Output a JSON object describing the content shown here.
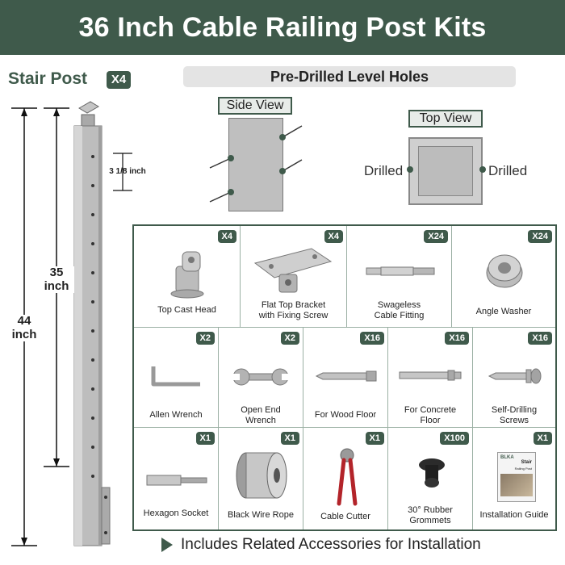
{
  "header": {
    "title": "36 Inch Cable Railing Post Kits"
  },
  "stair": {
    "title": "Stair Post",
    "qty": "X4",
    "dim_total": "44\ninch",
    "dim_height": "35\ninch",
    "dim_spacing": "3 1/8 inch"
  },
  "holes": {
    "title": "Pre-Drilled Level Holes",
    "side_view": "Side View",
    "top_view": "Top View",
    "drilled_left": "Drilled",
    "drilled_right": "Drilled"
  },
  "parts": [
    {
      "label": "Top Cast Head",
      "qty": "X4"
    },
    {
      "label": "Flat Top Bracket\nwith Fixing Screw",
      "qty": "X4"
    },
    {
      "label": "Swageless\nCable Fitting",
      "qty": "X24"
    },
    {
      "label": "Angle Washer",
      "qty": "X24"
    },
    {
      "label": "Allen Wrench",
      "qty": "X2"
    },
    {
      "label": "Open End\nWrench",
      "qty": "X2"
    },
    {
      "label": "For Wood Floor",
      "qty": "X16"
    },
    {
      "label": "For Concrete\nFloor",
      "qty": "X16"
    },
    {
      "label": "Self-Drilling\nScrews",
      "qty": "X16"
    },
    {
      "label": "Hexagon Socket",
      "qty": "X1"
    },
    {
      "label": "Black Wire Rope",
      "qty": "X1"
    },
    {
      "label": "Cable Cutter",
      "qty": "X1"
    },
    {
      "label": "30° Rubber\nGrommets",
      "qty": "X100"
    },
    {
      "label": "Installation Guide",
      "qty": "X1"
    }
  ],
  "guide": {
    "brand": "BLKA",
    "title": "Stair",
    "subtitle": "Railing Post"
  },
  "footer": {
    "text": "Includes Related Accessories for Installation"
  },
  "colors": {
    "brand": "#3f5a4b",
    "metal": "#b9b9b9"
  }
}
